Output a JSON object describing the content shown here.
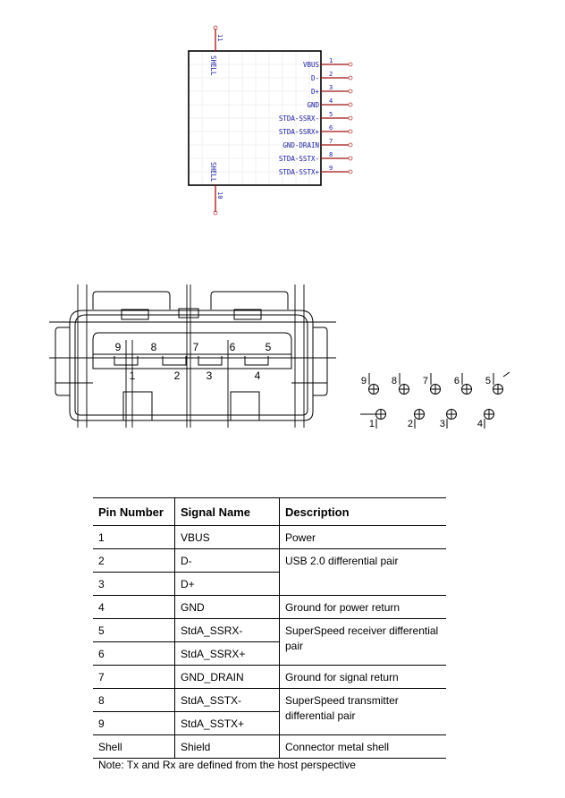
{
  "symbol": {
    "shell_label": "SHELL",
    "top_pin": "11",
    "bottom_pin": "10",
    "pins": [
      {
        "num": "1",
        "name": "VBUS"
      },
      {
        "num": "2",
        "name": "D-"
      },
      {
        "num": "3",
        "name": "D+"
      },
      {
        "num": "4",
        "name": "GND"
      },
      {
        "num": "5",
        "name": "STDA-SSRX-"
      },
      {
        "num": "6",
        "name": "STDA-SSRX+"
      },
      {
        "num": "7",
        "name": "GND-DRAIN"
      },
      {
        "num": "8",
        "name": "STDA-SSTX-"
      },
      {
        "num": "9",
        "name": "STDA-SSTX+"
      }
    ]
  },
  "connector_view": {
    "top_row": [
      "9",
      "8",
      "7",
      "6",
      "5"
    ],
    "bottom_row": [
      "1",
      "2",
      "3",
      "4"
    ]
  },
  "footprint": {
    "top_row": [
      "9",
      "8",
      "7",
      "6",
      "5"
    ],
    "bottom_row": [
      "1",
      "2",
      "3",
      "4"
    ]
  },
  "table": {
    "headers": [
      "Pin Number",
      "Signal Name",
      "Description"
    ],
    "rows": [
      {
        "pin": "1",
        "signal": "VBUS",
        "desc": "Power"
      },
      {
        "pin": "2",
        "signal": "D-",
        "desc": "USB 2.0 differential pair"
      },
      {
        "pin": "3",
        "signal": "D+",
        "desc": ""
      },
      {
        "pin": "4",
        "signal": "GND",
        "desc": "Ground for power return"
      },
      {
        "pin": "5",
        "signal": "StdA_SSRX-",
        "desc": "SuperSpeed receiver differential pair"
      },
      {
        "pin": "6",
        "signal": "StdA_SSRX+",
        "desc": ""
      },
      {
        "pin": "7",
        "signal": "GND_DRAIN",
        "desc": "Ground for signal return"
      },
      {
        "pin": "8",
        "signal": "StdA_SSTX-",
        "desc": "SuperSpeed transmitter differential pair"
      },
      {
        "pin": "9",
        "signal": "StdA_SSTX+",
        "desc": ""
      },
      {
        "pin": "Shell",
        "signal": "Shield",
        "desc": "Connector metal shell"
      }
    ],
    "note": "Note:  Tx and Rx are defined from the host perspective"
  }
}
